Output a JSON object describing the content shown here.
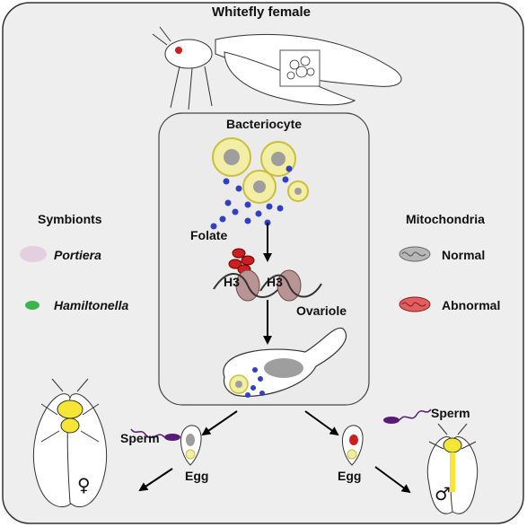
{
  "title": "Whitefly female",
  "bacteriocyte_label": "Bacteriocyte",
  "folate_label": "Folate",
  "histone_labels": [
    "H3",
    "H3"
  ],
  "ovariole_label": "Ovariole",
  "legend_left": {
    "heading": "Symbionts",
    "items": [
      {
        "label": "Portiera",
        "color": "#e3cfe0"
      },
      {
        "label": "Hamiltonella",
        "color": "#3bb44a"
      }
    ]
  },
  "legend_right": {
    "heading": "Mitochondria",
    "items": [
      {
        "label": "Normal",
        "color": "#b7b7b7"
      },
      {
        "label": "Abnormal",
        "color": "#e06060"
      }
    ]
  },
  "left_branch": {
    "sperm_label": "Sperm",
    "egg_label": "Egg",
    "sex_symbol": "♀"
  },
  "right_branch": {
    "sperm_label": "Sperm",
    "egg_label": "Egg",
    "sex_symbol": "♂"
  },
  "colors": {
    "panel_bg": "#eeeeee",
    "folate_blue": "#2f3fc8",
    "bacteriocyte_fill": "#f3eea6",
    "bacteriocyte_ring": "#c9bf3a",
    "histone": "#b99494",
    "abnormal_mito": "#cc1f1f",
    "sperm_purple": "#5a1a78",
    "fly_yellow": "#f5e636"
  }
}
